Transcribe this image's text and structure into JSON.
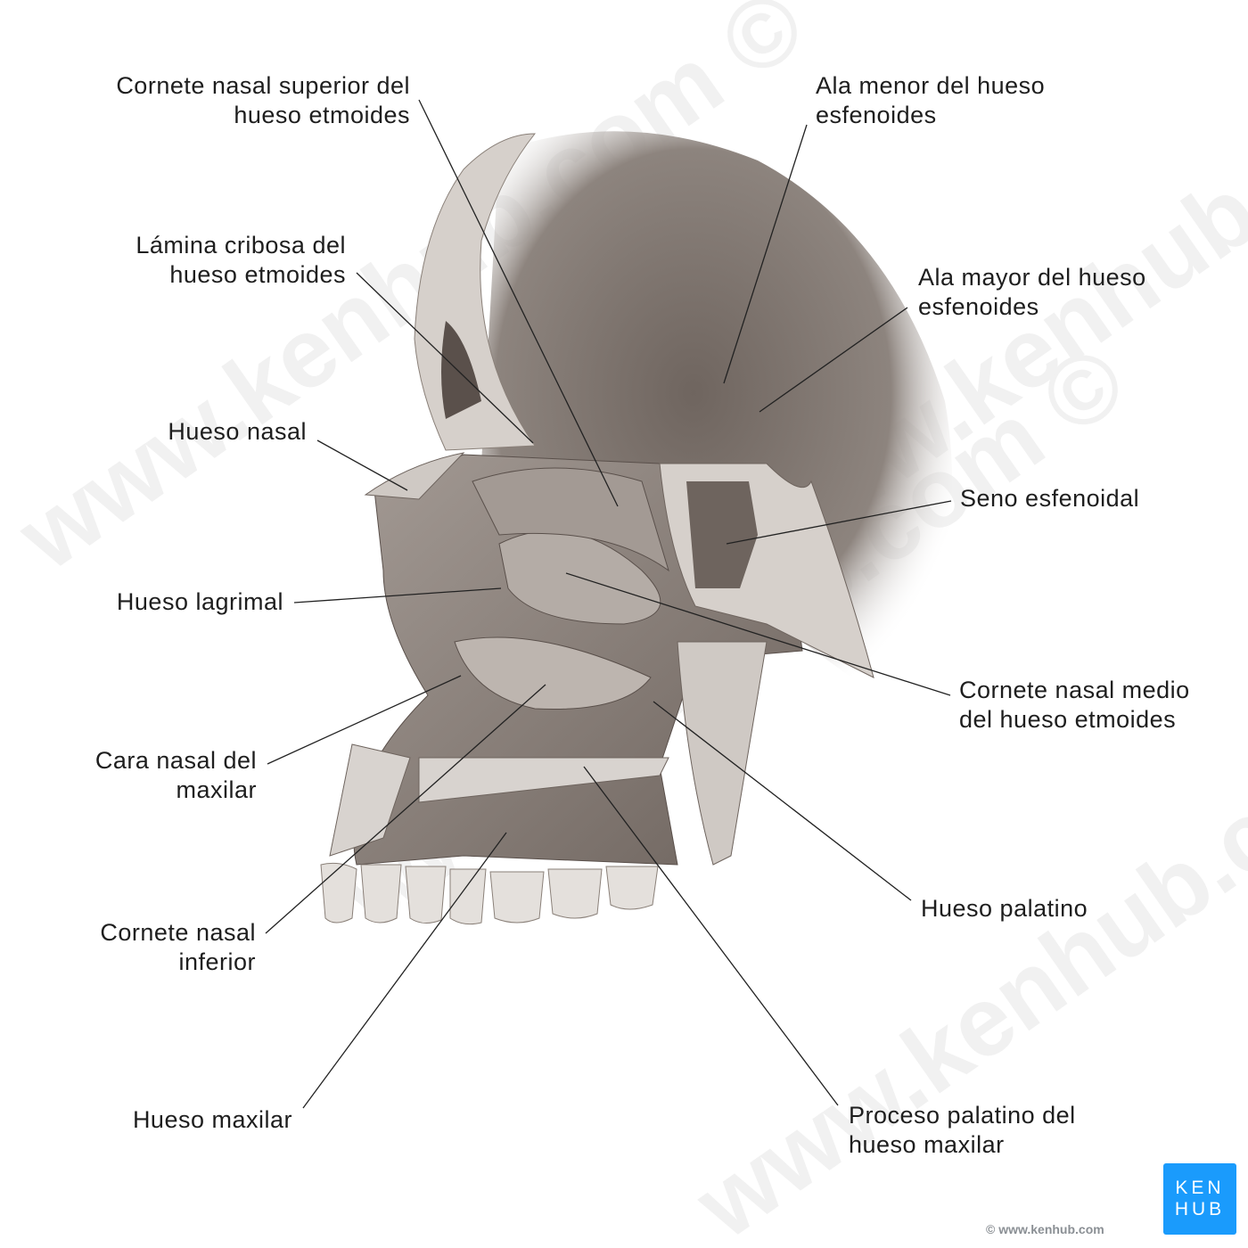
{
  "labels_left": [
    {
      "lines": [
        "Cornete nasal superior del",
        "hueso etmoides"
      ]
    },
    {
      "lines": [
        "Lámina cribosa del",
        "hueso etmoides"
      ]
    },
    {
      "lines": [
        "Hueso nasal"
      ]
    },
    {
      "lines": [
        "Hueso lagrimal"
      ]
    },
    {
      "lines": [
        "Cara nasal del",
        "maxilar"
      ]
    },
    {
      "lines": [
        "Cornete nasal",
        "inferior"
      ]
    },
    {
      "lines": [
        "Hueso maxilar"
      ]
    }
  ],
  "labels_right": [
    {
      "lines": [
        "Ala menor del hueso",
        "esfenoides"
      ]
    },
    {
      "lines": [
        "Ala mayor del hueso",
        "esfenoides"
      ]
    },
    {
      "lines": [
        "Seno esfenoidal"
      ]
    },
    {
      "lines": [
        "Cornete nasal medio",
        "del hueso etmoides"
      ]
    },
    {
      "lines": [
        "Hueso palatino"
      ]
    },
    {
      "lines": [
        "Proceso palatino del",
        "hueso maxilar"
      ]
    }
  ],
  "logo": {
    "line1": "KEN",
    "line2": "HUB"
  },
  "copyright": "© www.kenhub.com",
  "watermark": "www.kenhub.com ©",
  "colors": {
    "bone": "#8a8079",
    "bone_light": "#d8d3cf",
    "bone_dark": "#4e4540",
    "logo": "#1a9bfc",
    "text": "#1e1e1e"
  }
}
